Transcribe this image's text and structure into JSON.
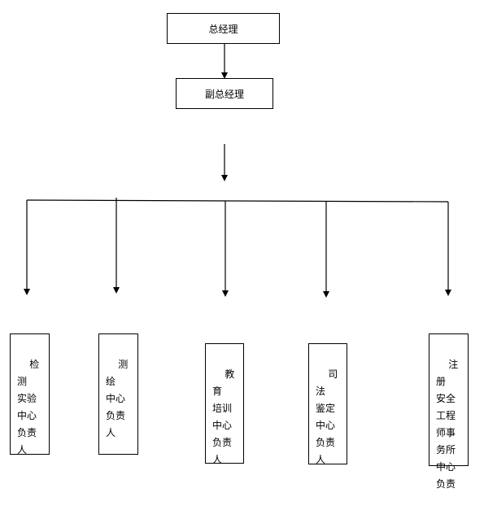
{
  "org_chart": {
    "general_manager": "总经理",
    "deputy_general_manager": "副总经理",
    "departments": [
      {
        "label": "检测\n实验\n中心\n负责\n人"
      },
      {
        "label": "测绘\n中心\n负责\n人"
      },
      {
        "label": "教育\n培训\n中心\n负责\n人"
      },
      {
        "label": "司法\n鉴定\n中心\n负责\n人"
      },
      {
        "label": "注册\n安全\n工程\n师事\n务所\n中心\n负责"
      }
    ]
  }
}
